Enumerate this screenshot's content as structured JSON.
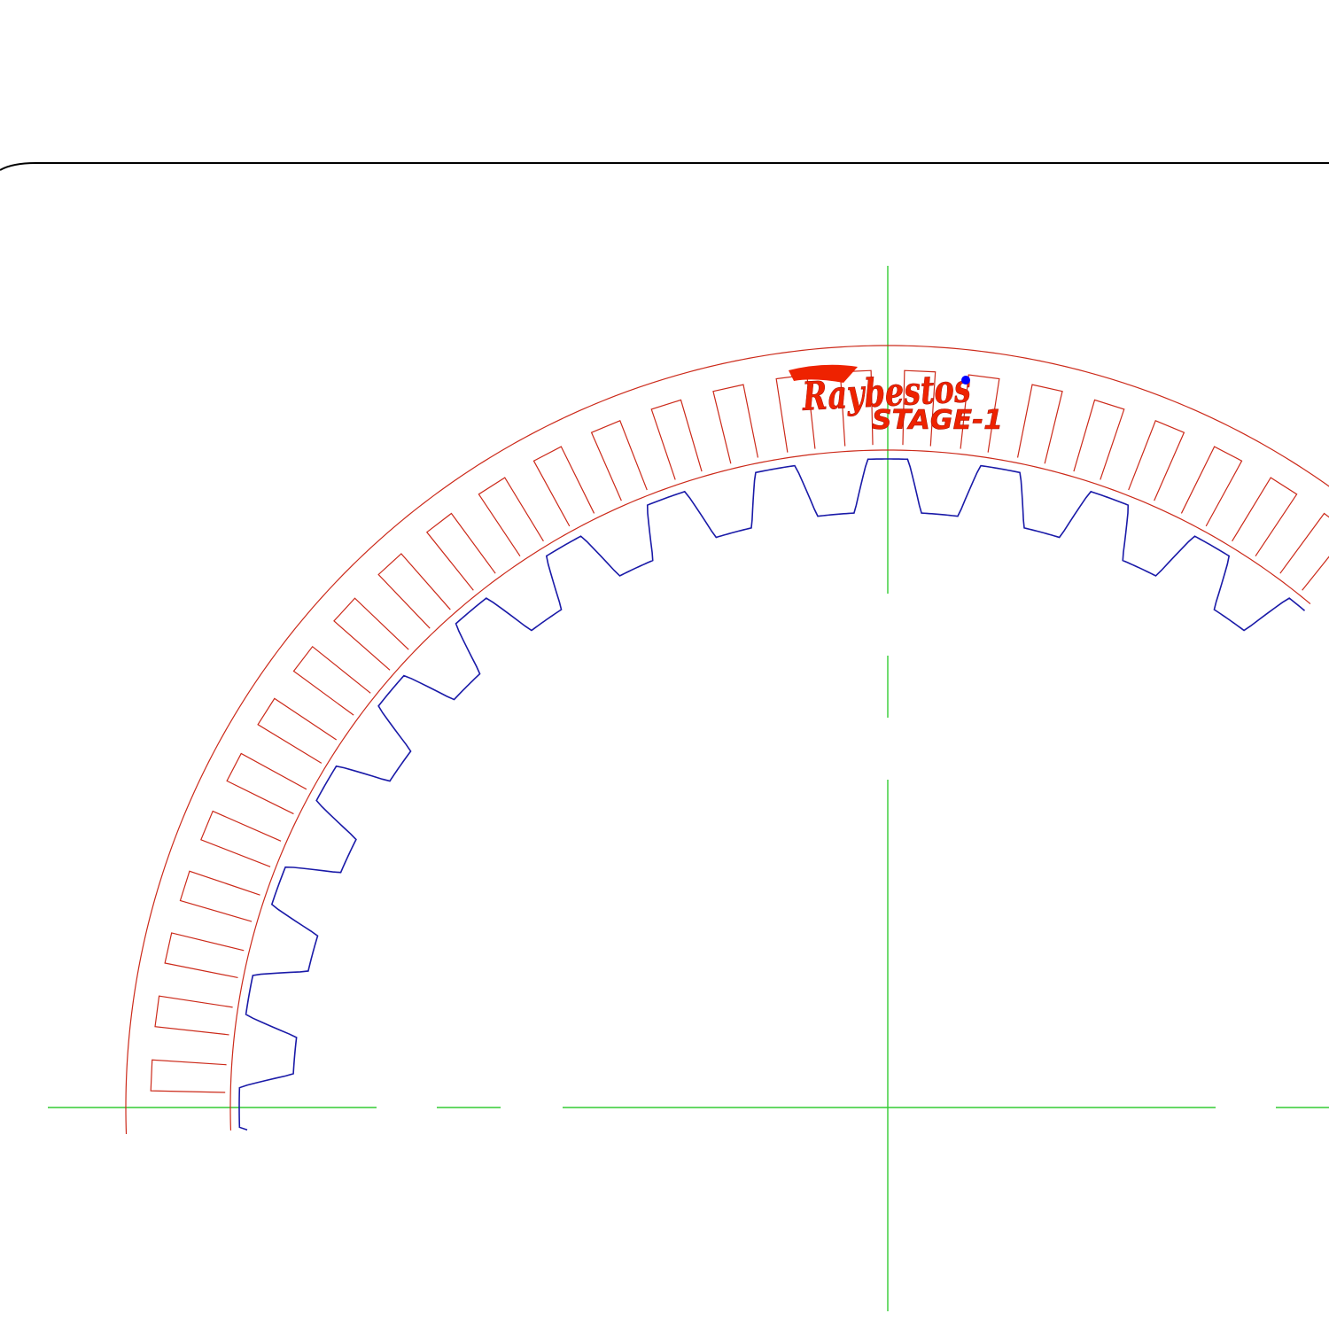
{
  "drawing": {
    "logo": {
      "brand": "Raybestos",
      "product": "STAGE-1"
    },
    "colors": {
      "background": "#ffffff",
      "frame": "#000000",
      "friction_outline": "#cc2a1a",
      "spline_profile": "#1a1aa8",
      "centerline": "#33cc33",
      "logo_fill": "#ee2200",
      "marker_dot": "#0000ff"
    },
    "part": {
      "description_elements": [
        "outer-edge-circle",
        "inner-edge-circle",
        "groove-slots",
        "internal-spline-profile",
        "centerlines"
      ],
      "spline_tooth_count": 36,
      "groove_count": 72
    }
  }
}
